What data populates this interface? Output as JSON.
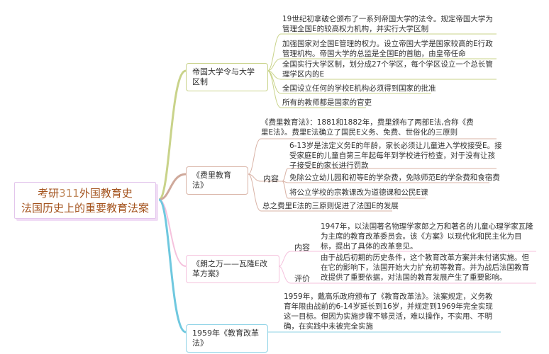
{
  "root": {
    "line1_prefix": "考研",
    "line1_num": "311",
    "line1_suffix": "外国教育史",
    "line2": "法国历史上的重要教育法案"
  },
  "branches": [
    {
      "title": "帝国大学令与大学区制",
      "color": "#c9d38a",
      "items": [
        "19世纪初拿破仑颁布了一系列帝国大学的法令。规定帝国大学为管理全国E的较高权力机构，并实行大学区制",
        "加强国家对全国E管理的权力。设立帝国大学是国家较高的E行政管理机构。帝国大学的总监是全国E的首脑，由皇帝任命",
        "全国实行大学区制，划分成27个学区，每个学区设立一个总长管理学区内的E",
        "全国设立任何的学校E机构必须得到国家的批准",
        "所有的教师都是国家的官吏"
      ]
    },
    {
      "title": "《费里教育法》",
      "color": "#d9b3a6",
      "intro": "《费里教育法》：1881和1882年，费里颁布了两部E法,合称《费里E法》。费里E法确立了国民E义务、免费、世俗化的三原则",
      "content_label": "内容",
      "content_items": [
        "6-13岁是法定义务E的年龄，家长必须让儿童进入学校接受E。接受家庭E的儿童自第三年起每年到学校进行检查，对于没有让孩子接受E的家长进行罚款",
        "免除公立幼儿园和初等E的学杂费，免除师范E的学杂费和食宿费",
        "将公立学校的宗教课改为道德课和公民E课"
      ],
      "summary": "总之费里E法的三原则促进了法国E的发展"
    },
    {
      "title": "《朗之万——瓦隆E改革方案》",
      "color": "#f5c2dd",
      "content_label": "内容",
      "content": "1947年，以法国著名物理学家郎之万和著名的儿童心理学家瓦隆为主席的教育改革委员会。该《方案》以现代化和民主化为目标，提出了具体的改革意见。",
      "evaluation_label": "评价",
      "evaluation": "由于战后初期的历史条件，这个教育改革方案并未付诸实施。但在它的影响下，法国开始大力扩充初等教育。并为战后法国教育改提供了重要依据，对法国的教育发展产生了重要影响。"
    },
    {
      "title": "1959年《教育改革法》",
      "color": "#8fd3e6",
      "content": "1959年，戴高乐政府颁布了《教育改革法》。法案规定，义务教育年限由战前的6-14岁延长到16岁，并规定到1969年完全实现这一目标。但因为实施步骤不够灵活，难以操作，不实用、不明确，在实践中未被完全实施"
    }
  ]
}
